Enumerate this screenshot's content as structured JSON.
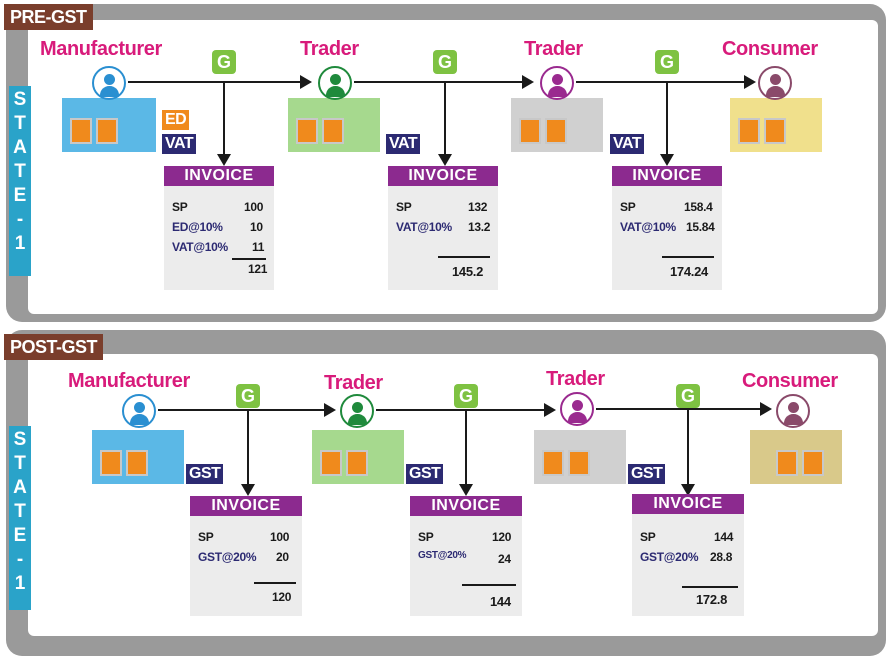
{
  "colors": {
    "role_name": "#d81b7b",
    "state_bar": "#2aa3c9",
    "g_badge": "#7ec242",
    "invoice_header": "#8c2a8f",
    "tax_label": "#2c2a72",
    "ed_label": "#f08a1c",
    "section_tag": "#7a3e2c"
  },
  "pre": {
    "tag": "PRE-GST",
    "state": [
      "S",
      "T",
      "A",
      "T",
      "E",
      "-",
      "1"
    ],
    "roles": [
      "Manufacturer",
      "Trader",
      "Trader",
      "Consumer"
    ],
    "g": [
      "G",
      "G",
      "G"
    ],
    "labels": {
      "ed": "ED",
      "vat1": "VAT",
      "vat2": "VAT",
      "vat3": "VAT"
    },
    "invoices": [
      {
        "title": "INVOICE",
        "rows": [
          {
            "k": "SP",
            "v": "100"
          },
          {
            "k": "ED@10%",
            "v": "10"
          },
          {
            "k": "VAT@10%",
            "v": "11"
          }
        ],
        "total": "121"
      },
      {
        "title": "INVOICE",
        "rows": [
          {
            "k": "SP",
            "v": "132"
          },
          {
            "k": "VAT@10%",
            "v": "13.2"
          }
        ],
        "total": "145.2"
      },
      {
        "title": "INVOICE",
        "rows": [
          {
            "k": "SP",
            "v": "158.4"
          },
          {
            "k": "VAT@10%",
            "v": "15.84"
          }
        ],
        "total": "174.24"
      }
    ]
  },
  "post": {
    "tag": "POST-GST",
    "state": [
      "S",
      "T",
      "A",
      "T",
      "E",
      "-",
      "1"
    ],
    "roles": [
      "Manufacturer",
      "Trader",
      "Trader",
      "Consumer"
    ],
    "g": [
      "G",
      "G",
      "G"
    ],
    "labels": {
      "gst1": "GST",
      "gst2": "GST",
      "gst3": "GST"
    },
    "invoices": [
      {
        "title": "INVOICE",
        "rows": [
          {
            "k": "SP",
            "v": "100"
          },
          {
            "k": "GST@20%",
            "v": "20"
          }
        ],
        "total": "120"
      },
      {
        "title": "INVOICE",
        "rows": [
          {
            "k": "SP",
            "v": "120"
          },
          {
            "k": "GST@20%",
            "v": "24"
          }
        ],
        "total": "144"
      },
      {
        "title": "INVOICE",
        "rows": [
          {
            "k": "SP",
            "v": "144"
          },
          {
            "k": "GST@20%",
            "v": "28.8"
          }
        ],
        "total": "172.8"
      }
    ]
  }
}
